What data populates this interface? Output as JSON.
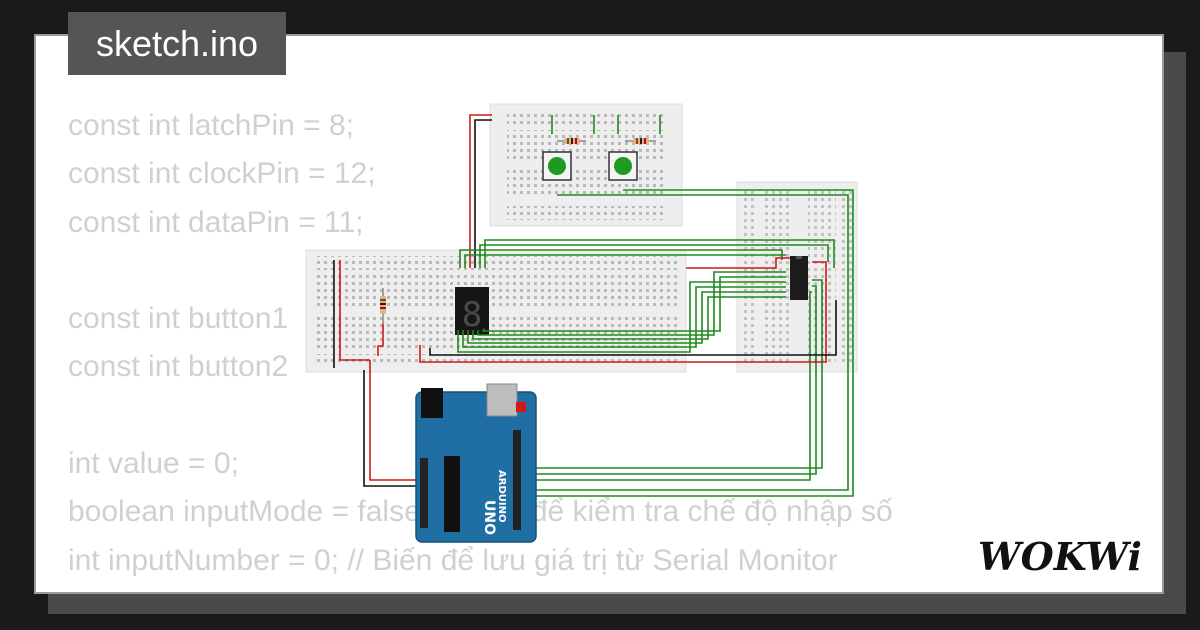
{
  "project": {
    "filename": "sketch.ino"
  },
  "code": {
    "lines": [
      "const int latchPin = 8;",
      "const int clockPin = 12;",
      "const int dataPin = 11;",
      "",
      "const int button1",
      "const int button2",
      "",
      "int value = 0;",
      "boolean inputMode = false; // Biến để kiểm tra chế độ nhập số",
      "int inputNumber = 0; // Biến để lưu giá trị từ Serial Monitor"
    ]
  },
  "board": {
    "brand": "ARDUINO",
    "model": "UNO"
  },
  "display": {
    "digit": "8"
  },
  "brand": {
    "logo_text": "WOKWi"
  },
  "colors": {
    "page_bg": "#1a1a1a",
    "card_bg": "#ffffff",
    "code_text": "#d0d0d0",
    "tab_bg": "#555555",
    "arduino_blue": "#1f6fa5",
    "wire_green": "#1e8a1e",
    "wire_red": "#d01818",
    "button_green": "#1e9a1e"
  }
}
